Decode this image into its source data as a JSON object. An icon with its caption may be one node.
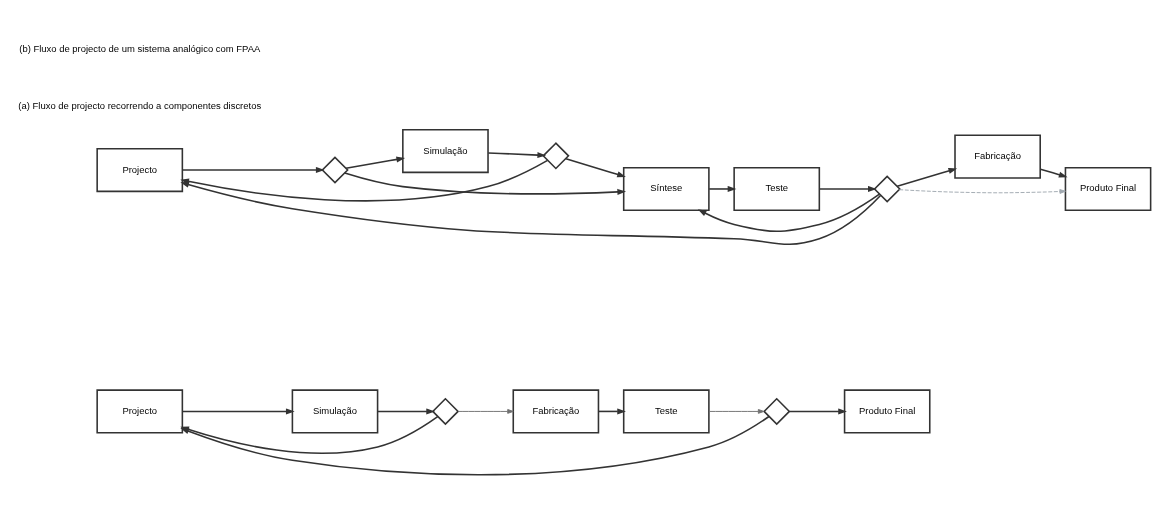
{
  "diagram": {
    "nodes": [
      {
        "text": [
          "Projecto"
        ]
      },
      {
        "text": [
          "Simulação"
        ]
      },
      {
        "text": [],
        "shape": "diamond"
      },
      {
        "text": [
          "Fabricação"
        ]
      },
      {
        "text": [
          "Teste"
        ]
      },
      {
        "text": [],
        "shape": "diamond"
      },
      {
        "text": [
          "Produto Final"
        ]
      },
      {
        "text": [
          "Projecto"
        ]
      },
      {
        "text": [],
        "shape": "diamond"
      },
      {
        "text": [
          "Simulação"
        ]
      },
      {
        "text": [],
        "shape": "diamond"
      },
      {
        "text": [
          "Síntese"
        ]
      },
      {
        "text": [
          "Teste"
        ]
      },
      {
        "text": [],
        "shape": "diamond"
      },
      {
        "text": [
          "Fabricação"
        ]
      },
      {
        "text": [
          "Produto Final"
        ]
      }
    ],
    "edges": [
      {
        "from": 0,
        "to": 1,
        "arrow": "to"
      },
      {
        "from": 1,
        "to": 2,
        "arrow": "to"
      },
      {
        "from": 2,
        "to": 3,
        "arrow": "to",
        "color": "#707070"
      },
      {
        "from": 3,
        "to": 4,
        "arrow": "to"
      },
      {
        "from": 4,
        "to": 5,
        "arrow": "to",
        "color": "#707070"
      },
      {
        "from": 5,
        "to": 6,
        "arrow": "to"
      },
      {
        "from": 5,
        "to": 0,
        "arrow": "to"
      },
      {
        "from": 2,
        "to": 0,
        "arrow": "to"
      },
      {
        "from": 7,
        "to": 8,
        "arrow": "to"
      },
      {
        "from": 8,
        "to": 9,
        "arrow": "to"
      },
      {
        "from": 9,
        "to": 10,
        "arrow": "to"
      },
      {
        "from": 10,
        "to": 11,
        "arrow": "to"
      },
      {
        "from": 11,
        "to": 12,
        "arrow": "to"
      },
      {
        "from": 12,
        "to": 13,
        "arrow": "to"
      },
      {
        "from": 13,
        "to": 14,
        "arrow": "to"
      },
      {
        "from": 14,
        "to": 15,
        "arrow": "to"
      },
      {
        "from": 13,
        "to": 7,
        "arrow": "to"
      },
      {
        "from": 8,
        "to": 11,
        "arrow": "to"
      },
      {
        "from": 10,
        "to": 7,
        "arrow": "to"
      },
      {
        "from": 13,
        "to": 11,
        "arrow": "to"
      },
      {
        "from": 13,
        "to": 15,
        "arrow": "to",
        "style": "dashed",
        "color": "#a0a8b0"
      }
    ],
    "labels": [
      "(a) Fluxo de projecto recorrendo a componentes discretos",
      "(b) Fluxo de projecto de um sistema analógico com FPAA"
    ]
  }
}
